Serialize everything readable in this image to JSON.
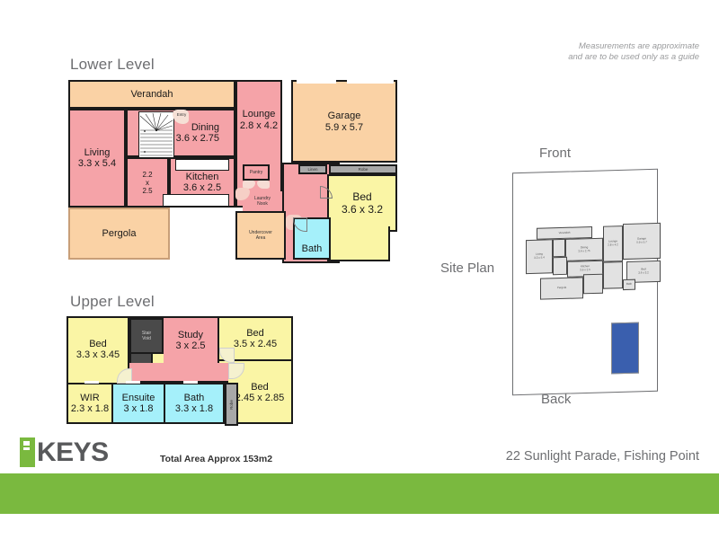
{
  "disclaimer": {
    "line1": "Measurements are approximate",
    "line2": "and are to be used only as a guide"
  },
  "levels": {
    "lower": {
      "title": "Lower Level"
    },
    "upper": {
      "title": "Upper Level"
    }
  },
  "colors": {
    "pink": "#F5A3A8",
    "peach": "#FAD2A5",
    "yellow": "#FAF5A5",
    "cyan": "#A5F0FA",
    "grey": "#A8A8A8",
    "dark_grey": "#4A4A4A",
    "brand_green": "#7AB93F",
    "pool_blue": "#3A5FAE",
    "text_grey": "#6D6E71"
  },
  "lower_rooms": [
    {
      "name": "Verandah",
      "dim": ""
    },
    {
      "name": "Living",
      "dim": "3.3 x 5.4"
    },
    {
      "name": "Dining",
      "dim": "3.6 x 2.75"
    },
    {
      "name": "Kitchen",
      "dim": "3.6 x 2.5"
    },
    {
      "name": "",
      "dim": "2.2 x 2.5"
    },
    {
      "name": "Pergola",
      "dim": ""
    },
    {
      "name": "Lounge",
      "dim": "2.8 x 4.2"
    },
    {
      "name": "Garage",
      "dim": "5.9 x 5.7"
    },
    {
      "name": "Bed",
      "dim": "3.6 x 3.2"
    },
    {
      "name": "Bath",
      "dim": ""
    },
    {
      "name": "Pantry",
      "dim": ""
    },
    {
      "name": "Laundry Nook",
      "dim": ""
    },
    {
      "name": "Undercover Area",
      "dim": ""
    },
    {
      "name": "Linen",
      "dim": ""
    },
    {
      "name": "Robe",
      "dim": ""
    },
    {
      "name": "Entry",
      "dim": ""
    }
  ],
  "lower_labels": {
    "verandah": "Verandah",
    "living_name": "Living",
    "living_dim": "3.3 x 5.4",
    "dining_name": "Dining",
    "dining_dim": "3.6 x 2.75",
    "kitchen_name": "Kitchen",
    "kitchen_dim": "3.6 x 2.5",
    "small_d1": "2.2",
    "small_d2": "x",
    "small_d3": "2.5",
    "pergola": "Pergola",
    "lounge_name": "Lounge",
    "lounge_dim": "2.8 x 4.2",
    "garage_name": "Garage",
    "garage_dim": "5.9 x 5.7",
    "bed_name": "Bed",
    "bed_dim": "3.6 x 3.2",
    "bath": "Bath",
    "pantry": "Pantry",
    "laundry_1": "Laundry",
    "laundry_2": "Nook",
    "undercover_1": "Undercover",
    "undercover_2": "Area",
    "linen": "Linen",
    "robe": "Robe",
    "entry": "Entry"
  },
  "upper_labels": {
    "bed1_name": "Bed",
    "bed1_dim": "3.3 x 3.45",
    "stair_1": "Stair",
    "stair_2": "Void",
    "study_name": "Study",
    "study_dim": "3 x 2.5",
    "bed2_name": "Bed",
    "bed2_dim": "3.5 x 2.45",
    "bed3_name": "Bed",
    "bed3_dim": "2.45 x 2.85",
    "wir_name": "WIR",
    "wir_dim": "2.3 x 1.8",
    "ensuite_name": "Ensuite",
    "ensuite_dim": "3 x 1.8",
    "bath_name": "Bath",
    "bath_dim": "3.3 x 1.8",
    "robe": "Robe"
  },
  "site_plan": {
    "title": "Site Plan",
    "front": "Front",
    "back": "Back",
    "mini_rooms": [
      {
        "name": "Verandah",
        "dim": ""
      },
      {
        "name": "Living",
        "dim": "3.3 x 5.4"
      },
      {
        "name": "Dining",
        "dim": "3.6 x 2.75"
      },
      {
        "name": "Kitchen",
        "dim": "3.6 x 2.5"
      },
      {
        "name": "Pergola",
        "dim": ""
      },
      {
        "name": "Lounge",
        "dim": "2.8 x 4.2"
      },
      {
        "name": "Garage",
        "dim": "5.9 x 5.7"
      },
      {
        "name": "Bed",
        "dim": "3.6 x 3.2"
      },
      {
        "name": "Bath",
        "dim": ""
      }
    ]
  },
  "footer": {
    "logo_text": "KEYS",
    "total_area": "Total Area Approx 153m2",
    "address": "22 Sunlight Parade, Fishing Point"
  }
}
